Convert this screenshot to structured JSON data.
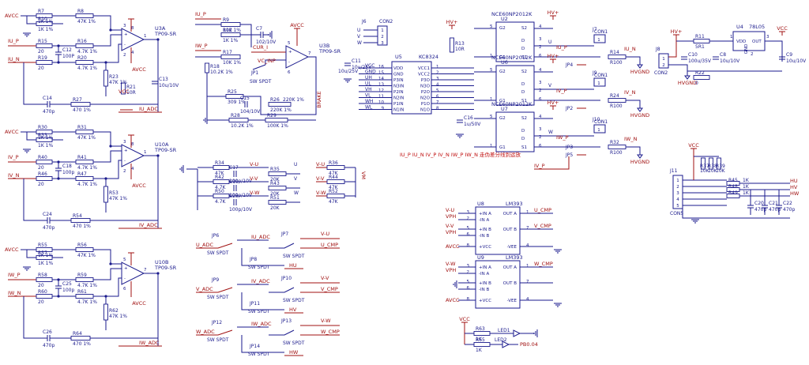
{
  "opamps": [
    {
      "ref": "U3A",
      "part": "TP09-SR",
      "r_top1": [
        "R7",
        "1K 1%"
      ],
      "r_top2": [
        "R10",
        "1K 1%"
      ],
      "r_fb": [
        "R8",
        "47K 1%"
      ],
      "r_in1": [
        "R15",
        "20"
      ],
      "r_in2": [
        "R19",
        "20"
      ],
      "c_in": [
        "C12",
        "100P"
      ],
      "r_b1": [
        "R16",
        "4.7K 1%"
      ],
      "r_b2": [
        "R20",
        "4.7K 1%"
      ],
      "r_gnd": [
        "R23",
        "47K 1%"
      ],
      "r_out": [
        "R27",
        "470 1%"
      ],
      "c_out": [
        "C14",
        "470p"
      ],
      "r_ex": [
        "R21",
        "10R"
      ],
      "c_ex": [
        "C13",
        "10u/10V"
      ],
      "in_p": "IU_P",
      "in_n": "IU_N",
      "out": "IU_ADC",
      "supply": "AVCC",
      "supply2": "VCC",
      "pins": [
        "3",
        "2",
        "1",
        "8",
        "4"
      ]
    },
    {
      "ref": "U10A",
      "part": "TP09-SR",
      "r_top1": [
        "R30",
        "1K 1%"
      ],
      "r_top2": [
        "R33",
        "1K 1%"
      ],
      "r_fb": [
        "R31",
        "47K 1%"
      ],
      "r_in1": [
        "R40",
        "20"
      ],
      "r_in2": [
        "R46",
        "20"
      ],
      "c_in": [
        "C18",
        "100p"
      ],
      "r_b1": [
        "R41",
        "4.7K 1%"
      ],
      "r_b2": [
        "R47",
        "4.7K 1%"
      ],
      "r_gnd": [
        "R53",
        "47K 1%"
      ],
      "r_out": [
        "R54",
        "470 1%"
      ],
      "c_out": [
        "C24",
        "470p"
      ],
      "in_p": "IV_P",
      "in_n": "IV_N",
      "out": "IV_ADC",
      "supply": "AVCC",
      "pins": [
        "3",
        "2",
        "1",
        "8",
        "4"
      ]
    },
    {
      "ref": "U10B",
      "part": "TP09-SR",
      "r_top1": [
        "R55",
        "1K 1%"
      ],
      "r_top2": [
        "R57",
        "1K 1%"
      ],
      "r_fb": [
        "R56",
        "47K 1%"
      ],
      "r_in1": [
        "R58",
        "20"
      ],
      "r_in2": [
        "R60",
        "20"
      ],
      "c_in": [
        "C25",
        "100p"
      ],
      "r_b1": [
        "R59",
        "4.7K 1%"
      ],
      "r_b2": [
        "R61",
        "4.7K 1%"
      ],
      "r_gnd": [
        "R62",
        "47K 1%"
      ],
      "r_out": [
        "R64",
        "470 1%"
      ],
      "c_out": [
        "C26",
        "470p"
      ],
      "in_p": "IW_P",
      "in_n": "IW_N",
      "out": "IW_ADC",
      "supply": "AVCC",
      "pins": [
        "5",
        "6",
        "7"
      ]
    }
  ],
  "avcc": "AVCC",
  "u3b": {
    "ref": "U3B",
    "part": "TP09-SR",
    "r9": [
      "R9",
      "10K 1%"
    ],
    "r12": [
      "R12",
      "1K 1%"
    ],
    "c7": [
      "C7",
      "102/10V"
    ],
    "r17": [
      "R17",
      "10K 1%"
    ],
    "r18": [
      "R18",
      "10.2K 1%"
    ],
    "jp": [
      "JP1",
      "SW SPDT"
    ],
    "vc": "VC_INP",
    "r25": [
      "R25",
      "309 1%"
    ],
    "c15": [
      "C15",
      "104/10V"
    ],
    "r26": [
      "R26",
      "220K 1%"
    ],
    "r28": [
      "R28",
      "10.2K 1%"
    ],
    "r29": [
      "R29",
      "100K 1%"
    ],
    "nets": [
      "IU_P",
      "IW_P",
      "CUR_I"
    ],
    "brake": "BRAKE",
    "pins": [
      "5",
      "6",
      "7"
    ]
  },
  "u5": {
    "ref": "U5",
    "part": "KC8324",
    "c11": [
      "C11",
      "10u/25V"
    ],
    "c16": [
      "C16",
      "1u/50V"
    ],
    "r13": [
      "R13",
      "10R"
    ],
    "left_nets": [
      "VCC",
      "GND",
      "UH",
      "UL",
      "VH",
      "VL",
      "WH",
      "WL"
    ],
    "pins_left": [
      "VDD",
      "GND",
      "P3IN",
      "N3IN",
      "P2IN",
      "N2IN",
      "P1IN",
      "N1IN"
    ],
    "pins_right": [
      "VCC1",
      "VCC2",
      "P3O",
      "N3O",
      "P2O",
      "N2O",
      "P1O",
      "N1O"
    ],
    "pno_left": [
      "16",
      "15",
      "14",
      "13",
      "12",
      "11",
      "10",
      "9"
    ],
    "pno_right": [
      "1",
      "2",
      "3",
      "4",
      "5",
      "6",
      "7",
      "8"
    ]
  },
  "j6": {
    "ref": "J6",
    "part": "CON2",
    "nets": [
      "U",
      "V",
      "W"
    ],
    "pins": [
      "1",
      "2",
      "3"
    ]
  },
  "hv_plus": "HV+",
  "mosfets": [
    {
      "ref": "U2",
      "part": "NCE60NP2012K",
      "phase": "U",
      "shunt": "IU_N",
      "r": [
        "R14",
        "R100"
      ],
      "jp": [
        "JP4",
        "J7",
        "CON1"
      ],
      "jp2": "IU_P",
      "gnd": "HVGND"
    },
    {
      "ref": "U6",
      "part": "NCE60NP2012K",
      "phase": "V",
      "shunt": "IV_N",
      "r": [
        "R24",
        "R100"
      ],
      "jp": [
        "JP2",
        "J9",
        "CON1"
      ],
      "jp2": "IV_P",
      "gnd": "HVGND"
    },
    {
      "ref": "U7",
      "part": "NCE60NP2012K",
      "phase": "W",
      "shunt": "IW_N",
      "r": [
        "R32",
        "R100"
      ],
      "jp": [
        "JP5",
        "J10",
        "CON1"
      ],
      "jp2": "IW_P",
      "gnd": "HVGND"
    }
  ],
  "mos_pins": [
    "G2",
    "S2",
    "D",
    "D",
    "G1",
    "S1"
  ],
  "mos_pno": [
    "5",
    "4",
    "3",
    "2",
    "1",
    "6"
  ],
  "jp3": [
    "JP3",
    "IU_P",
    "IV_P"
  ],
  "note_line": "IU_P IU_N IV_P IV_N IW_P IW_N 走伪差分线到运放",
  "reg": {
    "ref": "U4",
    "part": "78L05",
    "vdd": "VDD",
    "out": "OUT",
    "gnd": "GND",
    "r11": [
      "R11",
      "5R1"
    ],
    "r22": [
      "R22",
      "0"
    ],
    "c10": [
      "C10",
      "100u/35V"
    ],
    "c8": [
      "C8",
      "10u/10V"
    ],
    "c9": [
      "C9",
      "10u/10V"
    ],
    "j8": [
      "J8",
      "CON2"
    ],
    "nets": [
      "HV+",
      "HVGND",
      "VCC"
    ],
    "pins": [
      "1",
      "2",
      "3"
    ]
  },
  "divider": {
    "rows": [
      {
        "rt": [
          "R34",
          "47K"
        ],
        "rb": [
          "R42",
          "4.7K"
        ],
        "c": [
          "C17",
          "100p/10V"
        ],
        "rs": [
          "R35",
          "20K"
        ],
        "in": "V-U",
        "out": "U",
        "ra": [
          "R36",
          "47K"
        ],
        "ain": "V-U"
      },
      {
        "rt": [
          "R42",
          "4.7K"
        ],
        "rb": [
          "R43",
          ""
        ],
        "c": [
          "C19",
          "100p/10V"
        ],
        "rs": [
          "R43",
          "20K"
        ],
        "in": "V-V",
        "out": "V",
        "ra": [
          "R44",
          "47K"
        ],
        "ain": "V-V"
      },
      {
        "rt": [
          "R50",
          "4.7K"
        ],
        "rb": [
          "",
          ""
        ],
        "c": [
          "C23",
          "100p/10V"
        ],
        "rs": [
          "R51",
          "20K"
        ],
        "in": "V-W",
        "out": "W",
        "ra": [
          "R52",
          "47K"
        ],
        "ain": "V-W"
      }
    ],
    "vm": "VM"
  },
  "switches": [
    {
      "a": [
        "JP6",
        "SW SPDT"
      ],
      "b": [
        "JP7",
        "SW SPDT"
      ],
      "c": [
        "JP8",
        "SW SPDT"
      ],
      "in": "U_ADC",
      "n1": "IU_ADC",
      "n2": "V-U",
      "n3": "U_CMP",
      "n4": "HU"
    },
    {
      "a": [
        "JP9",
        "SW SPDT"
      ],
      "b": [
        "JP10",
        "SW SPDT"
      ],
      "c": [
        "JP11",
        "SW SPDT"
      ],
      "in": "V_ADC",
      "n1": "IV_ADC",
      "n2": "V-V",
      "n3": "V_CMP",
      "n4": "HV"
    },
    {
      "a": [
        "JP12",
        "SW SPDT"
      ],
      "b": [
        "JP13",
        "SW SPDT"
      ],
      "c": [
        "JP14",
        "SW SPDT"
      ],
      "in": "W_ADC",
      "n1": "IW_ADC",
      "n2": "V-W",
      "n3": "W_CMP",
      "n4": "HW"
    }
  ],
  "comparators": [
    {
      "ref": "U8",
      "part": "LM393",
      "in_a": [
        "V-U",
        "VPH"
      ],
      "in_b": [
        "V-V",
        "VPH"
      ],
      "out_a": "U_CMP",
      "out_b": "V_CMP",
      "pins": [
        "+IN A",
        "-IN A",
        "+IN B",
        "-IN B",
        "+VCC",
        "OUT A",
        "OUT B",
        "-VEE"
      ],
      "pno": [
        "3",
        "2",
        "5",
        "6",
        "8",
        "1",
        "7",
        "4"
      ],
      "supply": "AVCC"
    },
    {
      "ref": "U9",
      "part": "LM393",
      "in_a": [
        "V-W",
        "VPH"
      ],
      "in_b": [
        "",
        ""
      ],
      "out_a": "W_CMP",
      "out_b": "",
      "pins": [
        "+IN A",
        "-IN A",
        "+IN B",
        "-IN B",
        "+VCC",
        "OUT A",
        "OUT B",
        "-VEE"
      ],
      "pno": [
        "3",
        "2",
        "5",
        "6",
        "8",
        "1",
        "7",
        "4"
      ],
      "supply": "AVCC"
    }
  ],
  "leds": {
    "vcc": "VCC",
    "r63": [
      "R63",
      "1K"
    ],
    "r65": [
      "R65",
      "1K"
    ],
    "led1": "LED1",
    "led2": "LED2",
    "net": "PB0.04"
  },
  "j11": {
    "ref": "J11",
    "part": "CON5",
    "vcc": "VCC",
    "r37": [
      "R37",
      "10K"
    ],
    "r38": [
      "R38",
      "10K"
    ],
    "r39": [
      "R39",
      "10K"
    ],
    "r45": [
      "R45",
      "1K"
    ],
    "r48": [
      "R48",
      "1K"
    ],
    "r49": [
      "R49",
      "1K"
    ],
    "nets": [
      "HU",
      "HV",
      "HW"
    ],
    "c": [
      [
        "C20",
        "470p"
      ],
      [
        "C21",
        "470p"
      ],
      [
        "C22",
        "470p"
      ]
    ],
    "pins": [
      "1",
      "2",
      "3",
      "4",
      "5"
    ]
  }
}
